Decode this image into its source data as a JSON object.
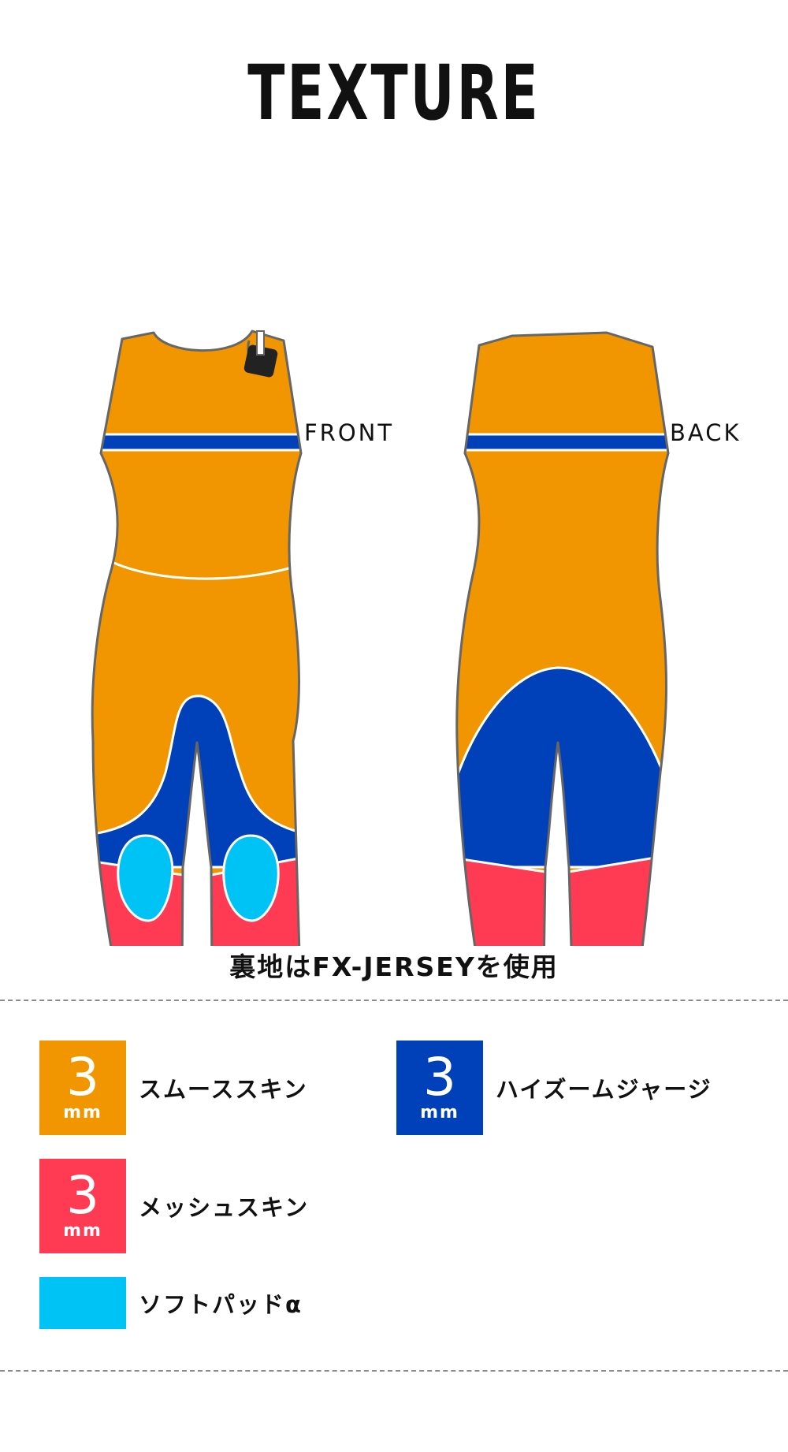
{
  "title": "TEXTURE",
  "views": {
    "front_label": "FRONT",
    "back_label": "BACK"
  },
  "lining_note": "裏地はFX-JERSEYを使用",
  "legend": [
    {
      "thickness": "3",
      "unit": "mm",
      "label": "スムーススキン",
      "color": "#F29600"
    },
    {
      "thickness": "3",
      "unit": "mm",
      "label": "ハイズームジャージ",
      "color": "#0040B8"
    },
    {
      "thickness": "3",
      "unit": "mm",
      "label": "メッシュスキン",
      "color": "#FF3A52"
    },
    {
      "thickness": "",
      "unit": "",
      "label": "ソフトパッドα",
      "color": "#00C3F5"
    }
  ],
  "colors": {
    "smooth_skin": "#F29600",
    "high_zoom_jersey": "#0040B8",
    "mesh_skin": "#FF3A52",
    "soft_pad": "#00C3F5",
    "outline": "#666666",
    "zip_tab": "#222222"
  }
}
